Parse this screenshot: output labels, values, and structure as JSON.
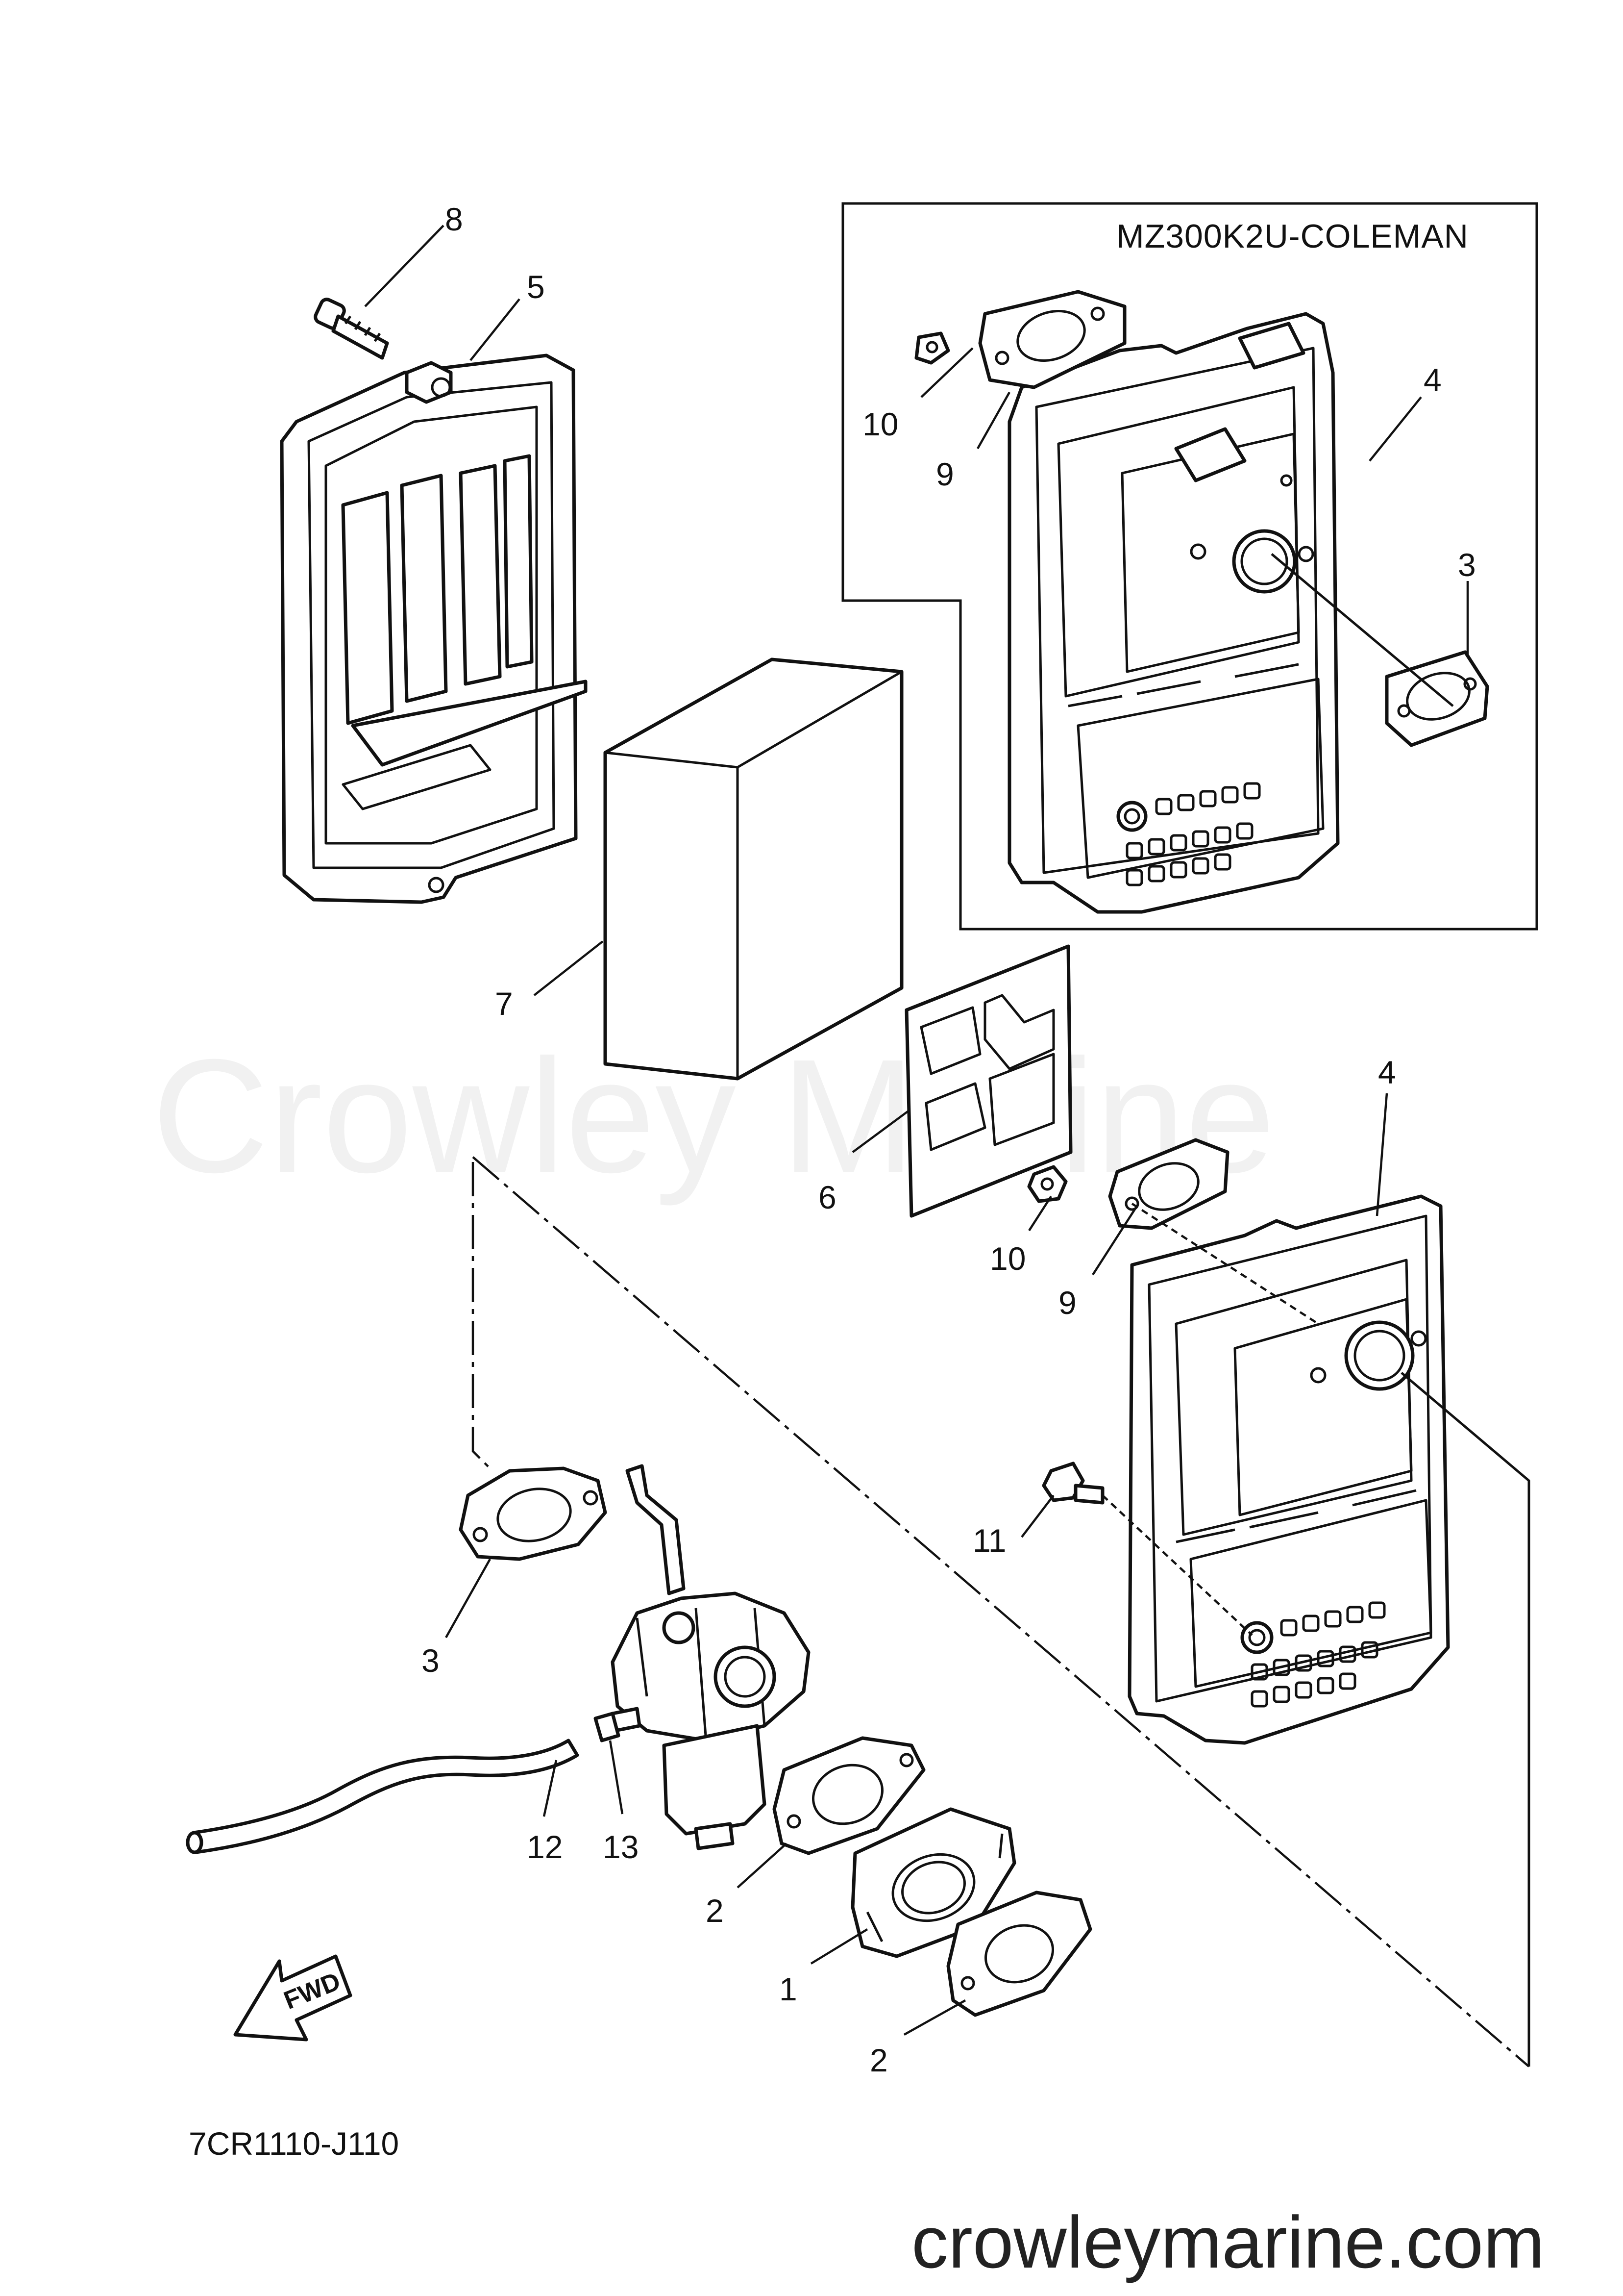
{
  "watermark": "Crowley Marine",
  "website": "crowleymarine.com",
  "inset_title": "MZ300K2U-COLEMAN",
  "diagram_code": "7CR1110-J110",
  "direction_label": "FWD",
  "callouts": {
    "c8": "8",
    "c5": "5",
    "c7": "7",
    "c10a": "10",
    "c9a": "9",
    "c4a": "4",
    "c3a": "3",
    "c6": "6",
    "c4b": "4",
    "c10b": "10",
    "c9b": "9",
    "c11": "11",
    "c3b": "3",
    "c12": "12",
    "c13": "13",
    "c2a": "2",
    "c1": "1",
    "c2b": "2"
  }
}
